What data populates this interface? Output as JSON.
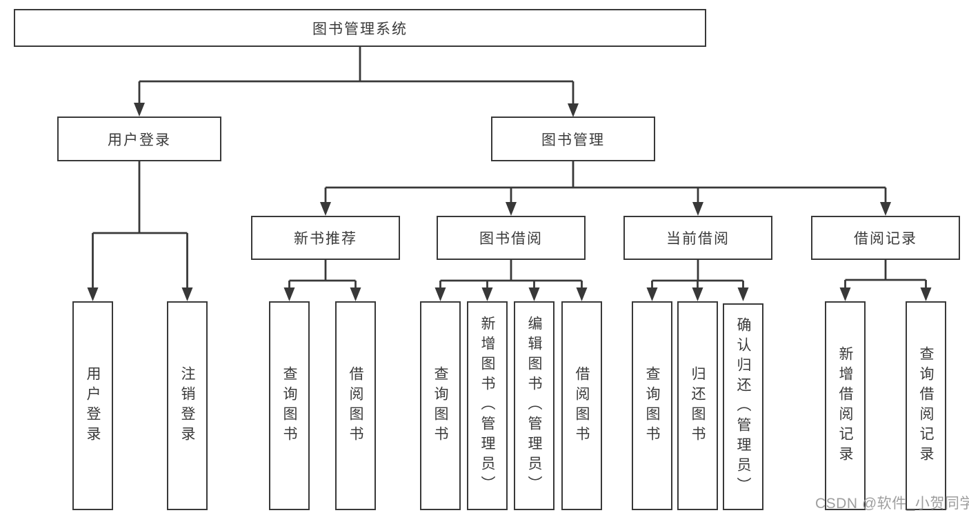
{
  "diagram": {
    "root": {
      "label": "图书管理系统"
    },
    "branches": [
      {
        "label": "用户登录",
        "children": [
          {
            "label": "用户登录"
          },
          {
            "label": "注销登录"
          }
        ]
      },
      {
        "label": "图书管理",
        "children": [
          {
            "label": "新书推荐",
            "children": [
              {
                "label": "查询图书"
              },
              {
                "label": "借阅图书"
              }
            ]
          },
          {
            "label": "图书借阅",
            "children": [
              {
                "label": "查询图书"
              },
              {
                "label": "新增图书（管理员）"
              },
              {
                "label": "编辑图书（管理员）"
              },
              {
                "label": "借阅图书"
              }
            ]
          },
          {
            "label": "当前借阅",
            "children": [
              {
                "label": "查询图书"
              },
              {
                "label": "归还图书"
              },
              {
                "label": "确认归还（管理员）"
              }
            ]
          },
          {
            "label": "借阅记录",
            "children": [
              {
                "label": "新增借阅记录"
              },
              {
                "label": "查询借阅记录"
              }
            ]
          }
        ]
      }
    ]
  },
  "watermark": {
    "text": "CSDN @软件_小贺同学"
  },
  "colors": {
    "line": "#383838",
    "text": "#3a3a3a",
    "watermark": "#9e9e9e",
    "background": "#ffffff"
  }
}
